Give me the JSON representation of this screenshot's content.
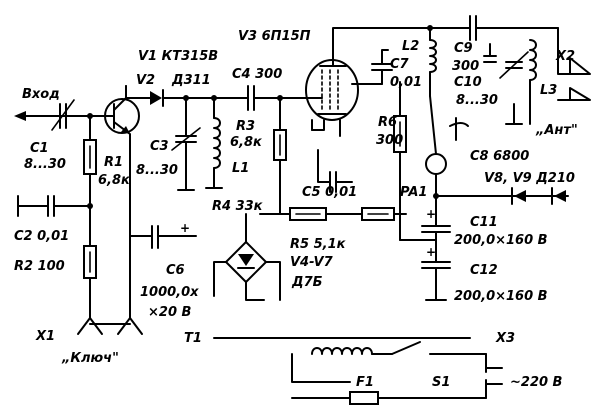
{
  "labels": {
    "v1": "V1  КТ315В",
    "v2": "V2",
    "v2_type": "Д311",
    "v3": "V3  6П15П",
    "vhod": "Вход",
    "c1": "C1",
    "c1_val": "8...30",
    "r1": "R1",
    "r1_val": "6,8к",
    "c2": "C2 0,01",
    "r2": "R2 100",
    "c3": "C3",
    "c3_val": "8...30",
    "c4": "C4  300",
    "r3": "R3",
    "r3_val": "6,8к",
    "l1": "L1",
    "r4": "R4  33к",
    "c5": "C5  0,01",
    "r5": "R5  5,1к",
    "v4v7": "V4-V7",
    "d7b": "Д7Б",
    "c6": "C6",
    "c6_val": "1000,0х",
    "c6_volt": "×20 В",
    "x1": "X1",
    "klyuch": "„Ключ\"",
    "t1": "T1",
    "l2": "L2",
    "c7": "C7",
    "c7_val": "0,01",
    "r6": "R6",
    "r6_val": "300",
    "c9": "C9",
    "c9_val": "300",
    "c10": "C10",
    "c10_val": "8...30",
    "l3": "L3",
    "x2": "X2",
    "ant": "„Ант\"",
    "c8": "C8  6800",
    "pa1": "PA1",
    "v8v9": "V8, V9   Д210",
    "c11": "C11",
    "c11_val": "200,0×160 В",
    "c12": "C12",
    "c12_val": "200,0×160 В",
    "x3": "X3",
    "f1": "F1",
    "s1": "S1",
    "mains": "~220 В",
    "plus": "+"
  }
}
